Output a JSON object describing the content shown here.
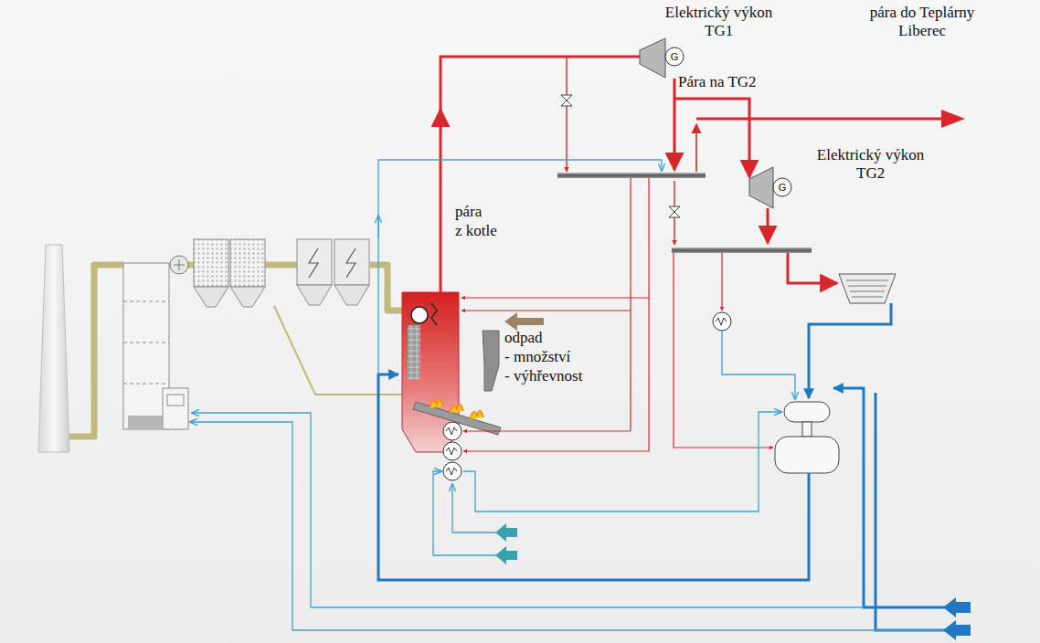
{
  "diagram": {
    "labels": [
      "Elektrický výkon TG1",
      "G",
      "Pára na TG2",
      "pára do Teplárny Liberec",
      "Elektrický výkon TG2",
      "G",
      "pára",
      "z kotle",
      "odpad",
      "- množství",
      "- výhřevnost"
    ]
  }
}
